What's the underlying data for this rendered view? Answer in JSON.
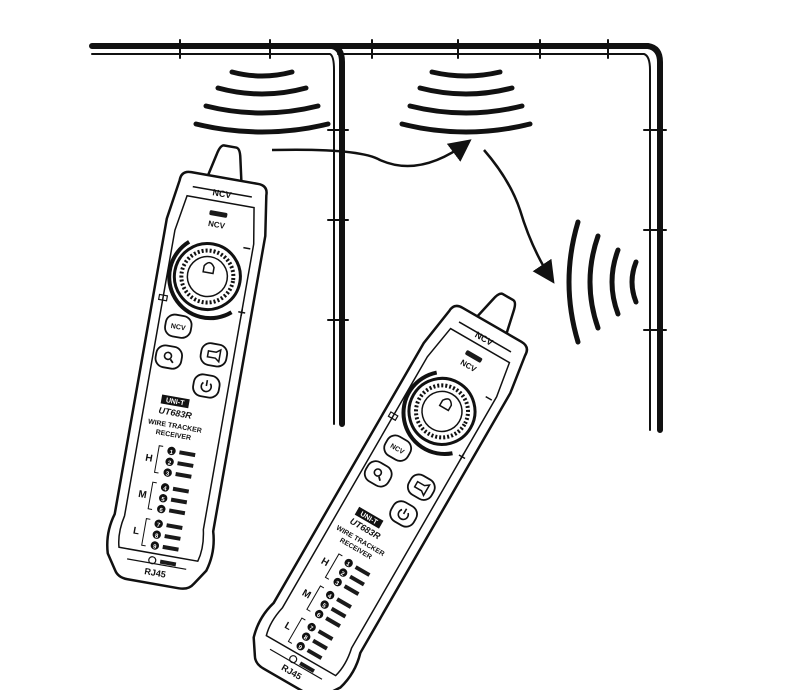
{
  "colors": {
    "ink": "#111111",
    "device_fill": "#ffffff",
    "led": "#1a1a1a"
  },
  "devices": [
    {
      "tip_label": "NCV",
      "ncv_led_label": "NCV",
      "dial_minus": "−",
      "dial_plus": "+",
      "buttons": [
        {
          "label": "NCV",
          "icon": ""
        },
        {
          "label": "",
          "icon": "search-icon"
        },
        {
          "label": "",
          "icon": "flashlight-icon"
        },
        {
          "label": "",
          "icon": "power-icon"
        }
      ],
      "brand": "UNI-T",
      "model": "UT683R",
      "product_line1": "WIRE TRACKER",
      "product_line2": "RECEIVER",
      "level_groups": [
        {
          "label": "H",
          "numbers": [
            "1",
            "2",
            "3"
          ]
        },
        {
          "label": "M",
          "numbers": [
            "4",
            "5",
            "6"
          ]
        },
        {
          "label": "L",
          "numbers": [
            "7",
            "8",
            "9"
          ]
        }
      ],
      "port_label": "RJ45"
    },
    {
      "tip_label": "NCV",
      "ncv_led_label": "NCV",
      "dial_minus": "−",
      "dial_plus": "+",
      "buttons": [
        {
          "label": "NCV",
          "icon": ""
        },
        {
          "label": "",
          "icon": "search-icon"
        },
        {
          "label": "",
          "icon": "flashlight-icon"
        },
        {
          "label": "",
          "icon": "power-icon"
        }
      ],
      "brand": "UNI-T",
      "model": "UT683R",
      "product_line1": "WIRE TRACKER",
      "product_line2": "RECEIVER",
      "level_groups": [
        {
          "label": "H",
          "numbers": [
            "1",
            "2",
            "3"
          ]
        },
        {
          "label": "M",
          "numbers": [
            "4",
            "5",
            "6"
          ]
        },
        {
          "label": "L",
          "numbers": [
            "7",
            "8",
            "9"
          ]
        }
      ],
      "port_label": "RJ45"
    }
  ]
}
